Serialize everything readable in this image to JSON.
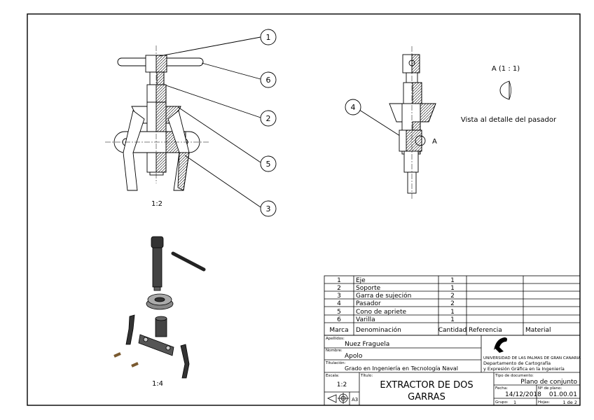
{
  "drawing": {
    "balloons": {
      "b1": "1",
      "b6": "6",
      "b2": "2",
      "b5": "5",
      "b3": "3",
      "b4": "4"
    },
    "scale_front": "1:2",
    "scale_iso": "1:4",
    "section_marker": "A",
    "detail_title": "A (1 : 1)",
    "detail_caption": "Vista al detalle del pasador"
  },
  "parts_list": {
    "rows": [
      {
        "marca": "1",
        "denominacion": "Eje",
        "cantidad": "1"
      },
      {
        "marca": "2",
        "denominacion": "Soporte",
        "cantidad": "1"
      },
      {
        "marca": "3",
        "denominacion": "Garra de sujeción",
        "cantidad": "2"
      },
      {
        "marca": "4",
        "denominacion": "Pasador",
        "cantidad": "2"
      },
      {
        "marca": "5",
        "denominacion": "Cono de apriete",
        "cantidad": "1"
      },
      {
        "marca": "6",
        "denominacion": "Varilla",
        "cantidad": "1"
      }
    ],
    "headers": {
      "marca": "Marca",
      "denominacion": "Denominación",
      "cantidad": "Cantidad",
      "referencia": "Referencia",
      "material": "Material"
    }
  },
  "title_block": {
    "apellidos_label": "Apellidos:",
    "apellidos": "Nuez Fraguela",
    "nombre_label": "Nombre:",
    "nombre": "Apolo",
    "titulacion_label": "Titulación:",
    "titulacion": "Grado en Ingeniería en Tecnología Naval",
    "university": "UNIVERSIDAD DE LAS PALMAS DE GRAN CANARIA",
    "department": "Departamento de Cartografía",
    "department2": "y Expresión Gráfica en la Ingeniería",
    "escala_label": "Escala:",
    "escala": "1:2",
    "titulo_label": "Título:",
    "titulo_line1": "EXTRACTOR DE DOS",
    "titulo_line2": "GARRAS",
    "tipo_label": "Tipo de documento:",
    "tipo": "Plano de conjunto",
    "fecha_label": "Fecha:",
    "fecha": "14/12/2018",
    "plano_label": "Nº de plano:",
    "plano": "01.00.01",
    "grupo_label": "Grupo:",
    "grupo": "1",
    "hojas_label": "Hojas:",
    "hojas": "1 de 2",
    "format": "A3"
  }
}
